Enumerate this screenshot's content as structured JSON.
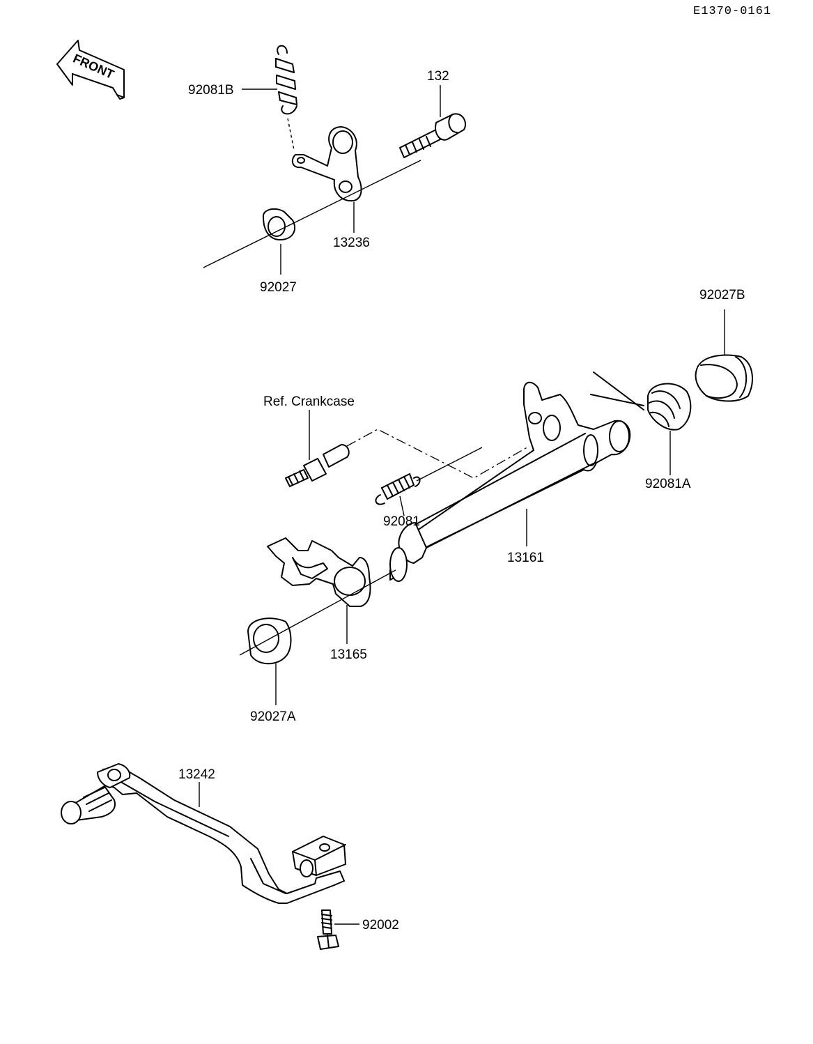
{
  "diagram_code": "E1370-0161",
  "front_label": "FRONT",
  "labels": {
    "p92081B": "92081B",
    "p132": "132",
    "p13236": "13236",
    "p92027": "92027",
    "p92027B": "92027B",
    "ref_crankcase": "Ref. Crankcase",
    "p92081A": "92081A",
    "p92081": "92081",
    "p13161": "13161",
    "p13165": "13165",
    "p92027A": "92027A",
    "p13242": "13242",
    "p92002": "92002"
  }
}
